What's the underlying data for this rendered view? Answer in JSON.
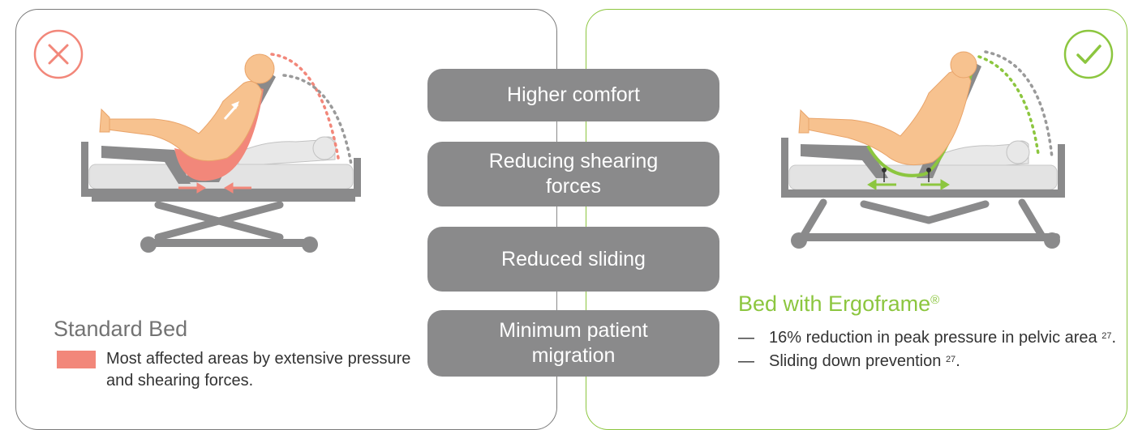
{
  "benefits": [
    "Higher comfort",
    "Reducing shearing forces",
    "Reduced sliding",
    "Minimum patient migration"
  ],
  "standard_bed": {
    "status_icon": "cross-icon",
    "title": "Standard Bed",
    "legend": "Most affected areas by extensive pressure and shearing forces."
  },
  "ergoframe_bed": {
    "status_icon": "check-icon",
    "title": "Bed with Ergoframe",
    "title_mark": "®",
    "notes": [
      {
        "dash": "—",
        "text": "16% reduction in peak pressure in pelvic area",
        "ref": "27",
        "end": "."
      },
      {
        "dash": "—",
        "text": "Sliding down prevention",
        "ref": "27",
        "end": "."
      }
    ]
  },
  "colors": {
    "bed_gray": "#8a8a8b",
    "pressure_red": "#f2877a",
    "accent_green": "#8cc63f",
    "skin": "#f7c28f",
    "border_gray": "#7a7a7a"
  }
}
